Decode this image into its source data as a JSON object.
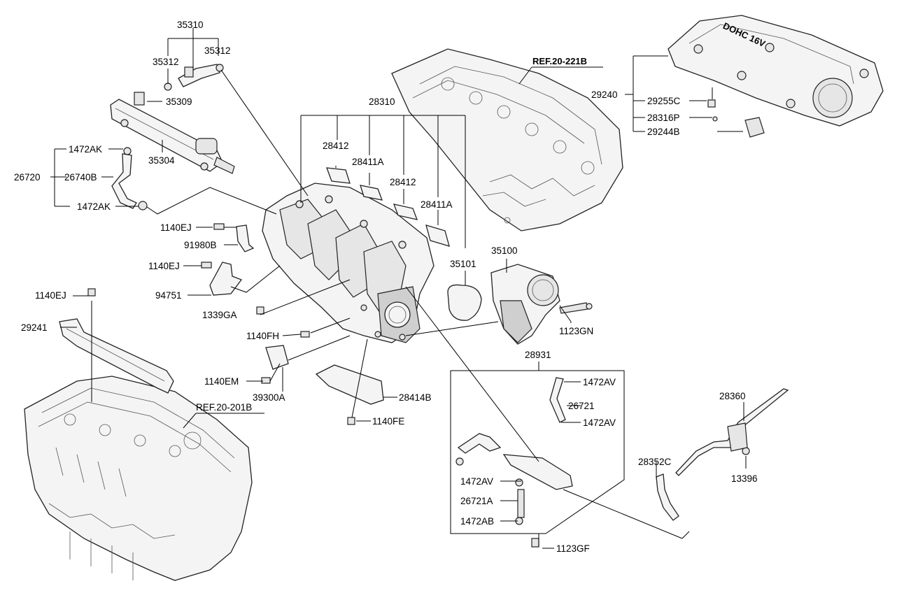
{
  "labels": {
    "p35310": "35310",
    "p35312a": "35312",
    "p35312b": "35312",
    "p35309": "35309",
    "p35304": "35304",
    "p1472AK_a": "1472AK",
    "p26720": "26720",
    "p26740B": "26740B",
    "p1472AK_b": "1472AK",
    "p1140EJ_a": "1140EJ",
    "p91980B": "91980B",
    "p1140EJ_b": "1140EJ",
    "p94751": "94751",
    "p1140EJ_c": "1140EJ",
    "p29241": "29241",
    "p1339GA": "1339GA",
    "p1140FH": "1140FH",
    "p1140EM": "1140EM",
    "p39300A": "39300A",
    "p28414B": "28414B",
    "p1140FE": "1140FE",
    "p28310": "28310",
    "p28412a": "28412",
    "p28411Aa": "28411A",
    "p28412b": "28412",
    "p28411Ab": "28411A",
    "p35101": "35101",
    "p35100": "35100",
    "p1123GN": "1123GN",
    "p28931": "28931",
    "p1472AV_a": "1472AV",
    "p26721": "26721",
    "p1472AV_b": "1472AV",
    "p1472AV_c": "1472AV",
    "p26721A": "26721A",
    "p1472AB": "1472AB",
    "p1123GF": "1123GF",
    "p28360": "28360",
    "p28352C": "28352C",
    "p13396": "13396",
    "p29240": "29240",
    "p29255C": "29255C",
    "p28316P": "28316P",
    "p29244B": "29244B"
  },
  "refs": {
    "ref_head_top": "REF.20-221B",
    "ref_head_bottom": "REF.20-201B"
  },
  "cover_text": "DOHC 16V"
}
